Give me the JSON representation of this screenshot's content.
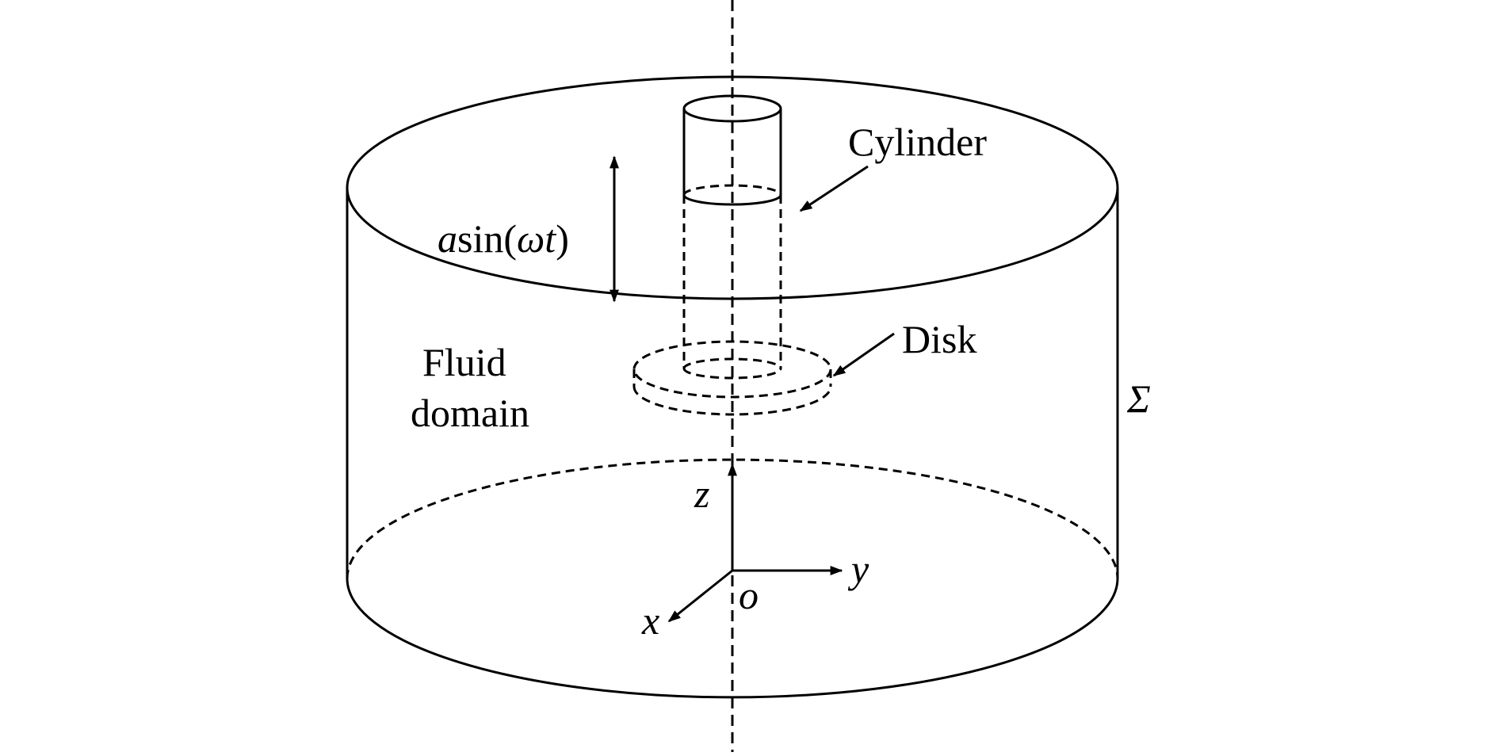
{
  "labels": {
    "cylinder": "Cylinder",
    "disk": "Disk",
    "fluid_line1": "Fluid",
    "fluid_line2": "domain",
    "sigma": "Σ",
    "motion_a": "a",
    "motion_sin": "sin(",
    "motion_omega_t": "ωt",
    "motion_close": ")",
    "axis_z": "z",
    "axis_y": "y",
    "axis_x": "x",
    "origin": "o"
  },
  "colors": {
    "line": "#000000",
    "background": "#ffffff"
  }
}
